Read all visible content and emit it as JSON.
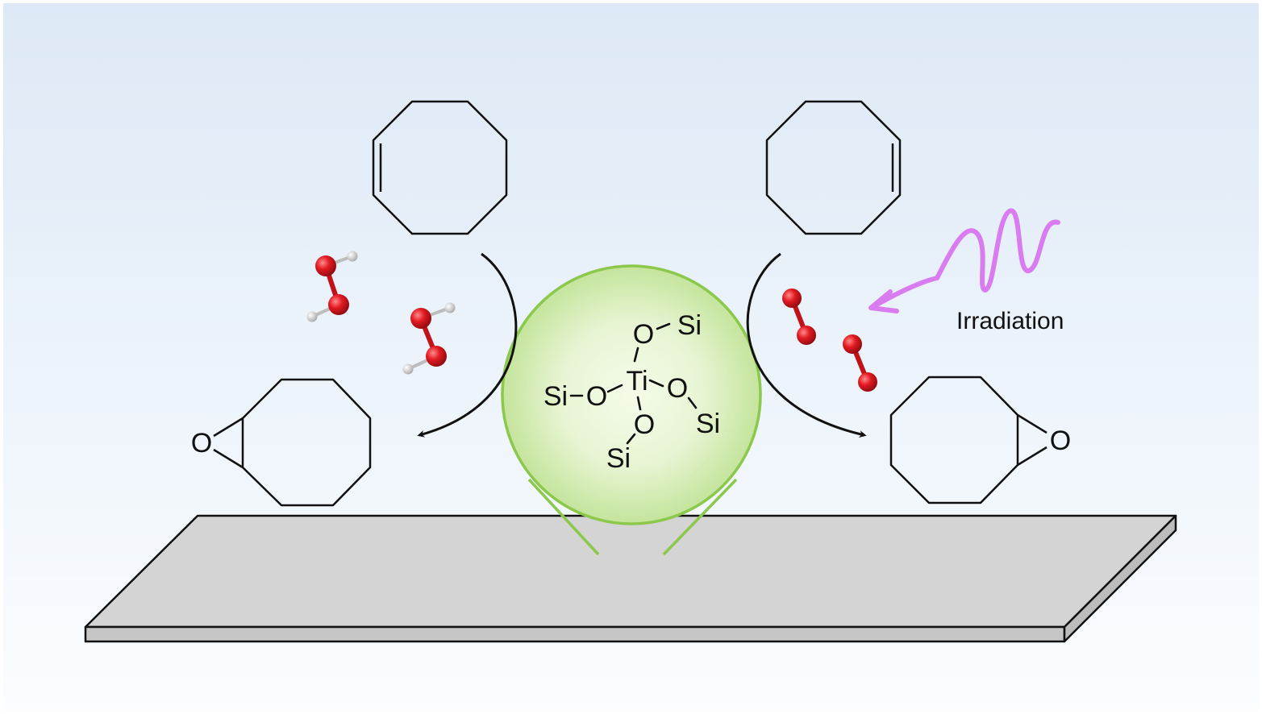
{
  "colors": {
    "background_top": "#dde9f6",
    "background_bottom": "#fbfdff",
    "sphere_stroke": "#8cc84b",
    "sphere_fill_center": "#f4fbe9",
    "sphere_fill_edge": "#c4e49c",
    "surface_top": "#d4d4d4",
    "surface_side": "#c6c6c6",
    "oxygen_atom": "#d8121b",
    "hydrogen_atom": "#e6e6e6",
    "light_wave": "#d97cf0",
    "line": "#111111"
  },
  "icons": {
    "reactant_left": "cyclooctene-ring-icon",
    "reactant_right": "cyclooctene-ring-icon",
    "product_left": "cyclooctene-oxide-icon",
    "product_right": "cyclooctene-oxide-icon",
    "oxidant_left": "hydrogen-peroxide-molecule-icon",
    "oxidant_right": "oxygen-molecule-icon",
    "light": "light-wave-icon"
  },
  "labels": {
    "irradiation": "Irradiation",
    "epoxide_oxygen": "O"
  },
  "titanium_site": {
    "center": "Ti",
    "oxygen": "O",
    "silicon": "Si"
  }
}
